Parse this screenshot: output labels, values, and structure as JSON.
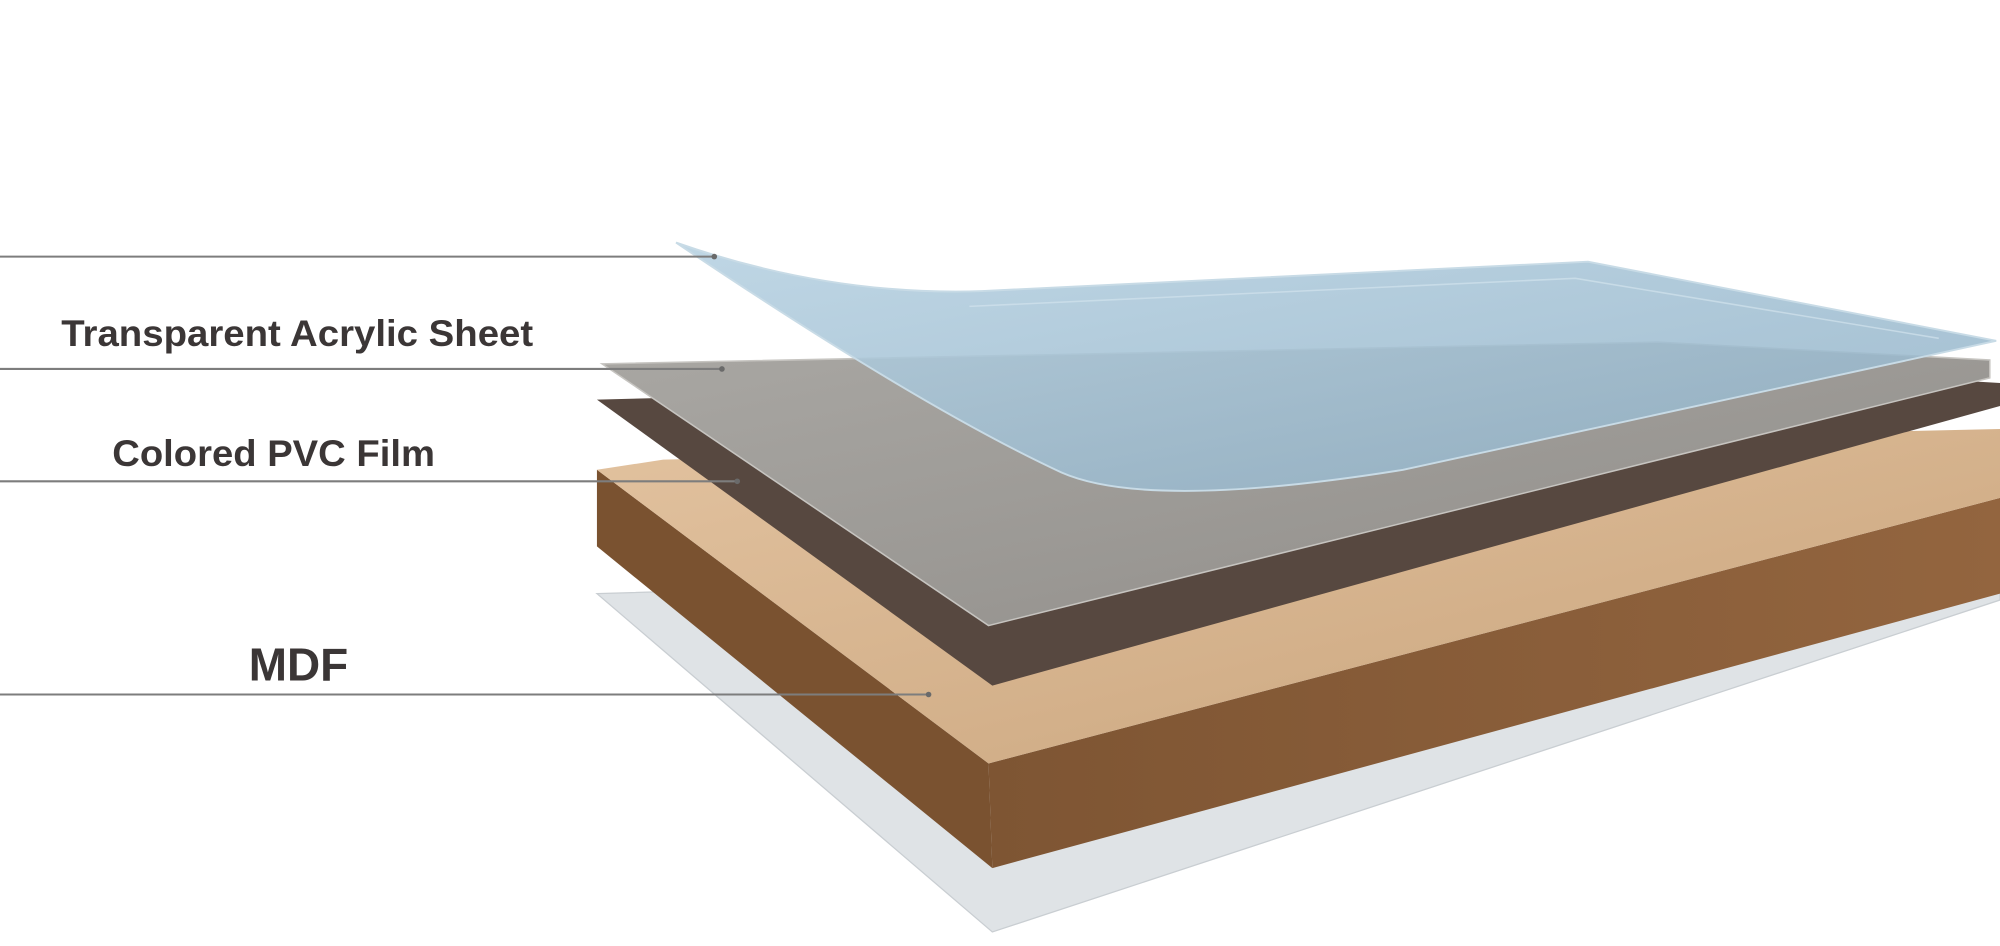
{
  "diagram": {
    "layers": [
      {
        "id": "acrylic",
        "label": "Transparent Acrylic Sheet",
        "color": "#a9c5d7"
      },
      {
        "id": "pvc",
        "label": "Colored PVC Film",
        "color": "#9c9995"
      },
      {
        "id": "mdf",
        "label": "MDF",
        "color": "#d5b28b"
      }
    ],
    "colors": {
      "dark_film": "#574840",
      "mdf_side": "#8c6040",
      "backing_sheet": "#dfe3e6",
      "leader_line": "#7d7d7d",
      "text": "#3b3636"
    }
  }
}
